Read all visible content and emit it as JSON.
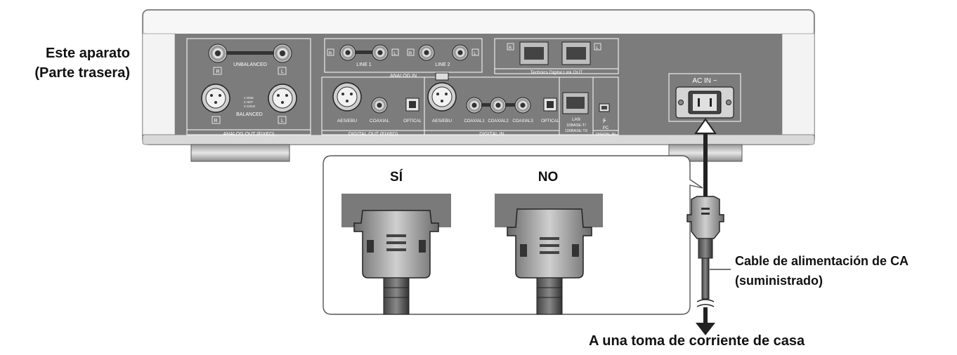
{
  "device_label": {
    "line1": "Este aparato",
    "line2": "(Parte trasera)"
  },
  "panel": {
    "analog_out": {
      "unbalanced": "UNBALANCED",
      "balanced": "BALANCED",
      "pins": [
        "1 GND",
        "2 HOT",
        "3 COLD"
      ],
      "section": "ANALOG OUT (FIXED)"
    },
    "analog_in": {
      "line1": "LINE 1",
      "line2": "LINE 2",
      "section": "ANALOG IN"
    },
    "technics_link": "Technics Digital Link OUT",
    "digital_out": {
      "aes": "AES/EBU",
      "coaxial": "COAXIAL",
      "optical": "OPTICAL",
      "section": "DIGITAL OUT (FIXED)"
    },
    "digital_in": {
      "aes": "AES/EBU",
      "coax1": "COAXIAL1",
      "coax2": "COAXIAL2",
      "coax3": "COAXIAL3",
      "optical": "OPTICAL",
      "section": "DIGITAL IN"
    },
    "lan": {
      "l1": "LAN",
      "l2": "10BASE-T/",
      "l3": "100BASE-TX"
    },
    "pc": {
      "label": "PC",
      "section": "DIGITAL IN"
    },
    "ac_in": "AC IN ~",
    "r": "R",
    "l": "L"
  },
  "callout": {
    "yes": "SÍ",
    "no": "NO"
  },
  "cable_label": {
    "line1": "Cable de alimentación de CA",
    "line2": "(suministrado)"
  },
  "outlet_label": "A una toma de corriente de casa"
}
